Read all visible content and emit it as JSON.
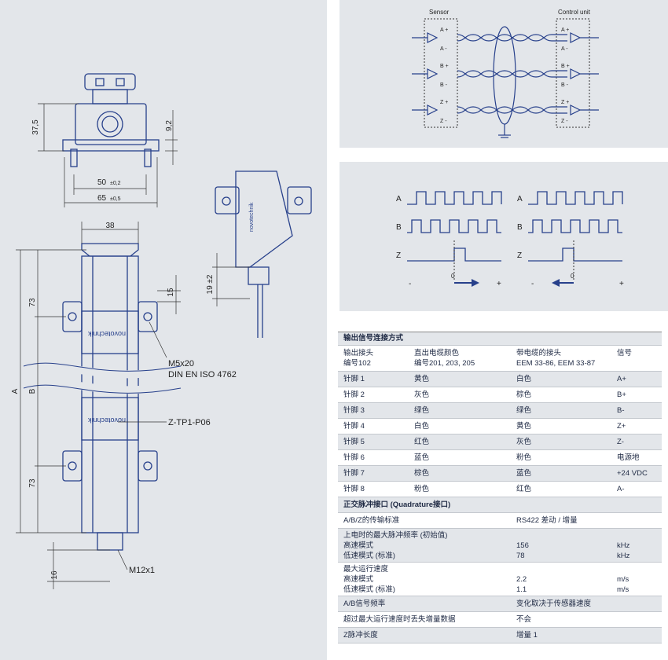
{
  "drawing": {
    "top_dims": {
      "height": "37,5",
      "step": "9,2",
      "w50": "50",
      "tol50": "±0,2",
      "w65": "65",
      "tol65": "±0,5"
    },
    "front_dims": {
      "w38": "38",
      "a73": "73",
      "b": "B",
      "a": "A",
      "c73": "73",
      "d15": "15",
      "d16": "16"
    },
    "side_dims": {
      "d19": "19 ±2"
    },
    "callouts": {
      "screw": "M5x20",
      "screw_std": "DIN EN ISO 4762",
      "part": "Z-TP1-P06",
      "connector": "M12x1"
    },
    "brand": "novotechnik"
  },
  "schematic": {
    "sensor_label": "Sensor",
    "control_label": "Control unit",
    "channels": [
      {
        "plus": "A +",
        "minus": "A -"
      },
      {
        "plus": "B +",
        "minus": "B -"
      },
      {
        "plus": "Z +",
        "minus": "Z -"
      }
    ]
  },
  "timing": {
    "labels": [
      "A",
      "B",
      "Z"
    ],
    "minus": "-",
    "plus": "+",
    "zero": "0"
  },
  "table": {
    "title": "输出信号连接方式",
    "headers": [
      {
        "line1": "输出接头",
        "line2": "编号102"
      },
      {
        "line1": "直出电缆颜色",
        "line2": "编号201, 203, 205"
      },
      {
        "line1": "带电缆的接头",
        "line2": "EEM 33-86, EEM 33-87"
      },
      {
        "line1": "信号",
        "line2": ""
      }
    ],
    "pins": [
      [
        "针脚 1",
        "黄色",
        "白色",
        "A+"
      ],
      [
        "针脚 2",
        "灰色",
        "棕色",
        "B+"
      ],
      [
        "针脚 3",
        "绿色",
        "绿色",
        "B-"
      ],
      [
        "针脚 4",
        "白色",
        "黄色",
        "Z+"
      ],
      [
        "针脚 5",
        "红色",
        "灰色",
        "Z-"
      ],
      [
        "针脚 6",
        "蓝色",
        "粉色",
        "电源地"
      ],
      [
        "针脚 7",
        "棕色",
        "蓝色",
        "+24 VDC"
      ],
      [
        "针脚 8",
        "粉色",
        "红色",
        "A-"
      ]
    ],
    "quad_title": "正交脉冲接口 (Quadrature接口)",
    "transmission": {
      "label": "A/B/Z的传输标准",
      "value": "RS422 差动 / 增量"
    },
    "max_freq": {
      "label": "上电时的最大脉冲频率 (初始值)",
      "high_label": "高速模式",
      "high_value": "156",
      "high_unit": "kHz",
      "low_label": "低速模式 (标准)",
      "low_value": "78",
      "low_unit": "kHz"
    },
    "max_speed": {
      "label": "最大运行速度",
      "high_label": "高速模式",
      "high_value": "2.2",
      "high_unit": "m/s",
      "low_label": "低速模式 (标准)",
      "low_value": "1.1",
      "low_unit": "m/s"
    },
    "ab_freq": {
      "label": "A/B信号频率",
      "value": "变化取决于传感器速度"
    },
    "overspeed": {
      "label": "超过最大运行速度时丢失增量数据",
      "value": "不会"
    },
    "z_width": {
      "label": "Z脉冲长度",
      "value": "增量 1"
    }
  }
}
